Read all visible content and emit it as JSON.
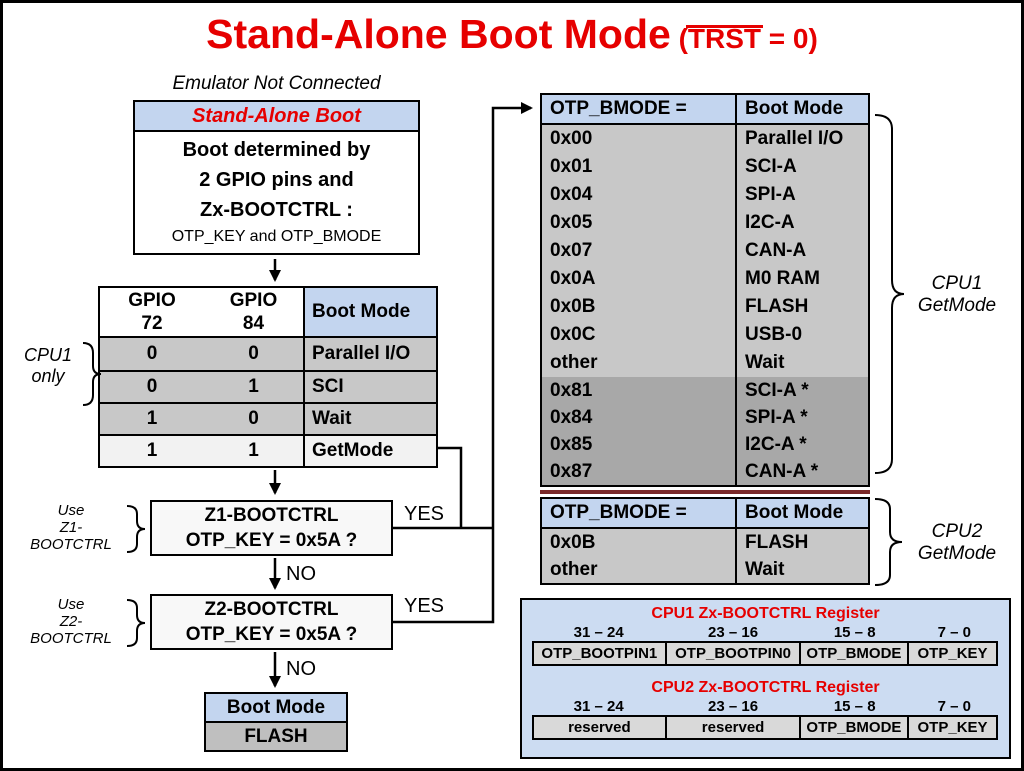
{
  "title": {
    "main": "Stand-Alone Boot Mode",
    "paren_open": " (",
    "trst": "TRST",
    "paren_close": " = 0)"
  },
  "flow": {
    "emulator_note": "Emulator Not Connected",
    "standalone_box": {
      "header": "Stand-Alone Boot",
      "line1": "Boot determined by",
      "line2": "2 GPIO pins and",
      "line3": "Zx-BOOTCTRL :",
      "line4": "OTP_KEY and OTP_BMODE"
    },
    "cpu1_only": {
      "line1": "CPU1",
      "line2": "only"
    },
    "gpio_table": {
      "col1_top": "GPIO",
      "col1_bottom": "72",
      "col2_top": "GPIO",
      "col2_bottom": "84",
      "col3": "Boot Mode",
      "rows": [
        {
          "g72": "0",
          "g84": "0",
          "mode": "Parallel I/O"
        },
        {
          "g72": "0",
          "g84": "1",
          "mode": "SCI"
        },
        {
          "g72": "1",
          "g84": "0",
          "mode": "Wait"
        },
        {
          "g72": "1",
          "g84": "1",
          "mode": "GetMode"
        }
      ]
    },
    "z1": {
      "use_line1": "Use",
      "use_line2": "Z1-",
      "use_line3": "BOOTCTRL",
      "box_line1": "Z1-BOOTCTRL",
      "box_line2": "OTP_KEY = 0x5A ?",
      "yes": "YES",
      "no": "NO"
    },
    "z2": {
      "use_line1": "Use",
      "use_line2": "Z2-",
      "use_line3": "BOOTCTRL",
      "box_line1": "Z2-BOOTCTRL",
      "box_line2": "OTP_KEY = 0x5A ?",
      "yes": "YES",
      "no": "NO"
    },
    "flash_box": {
      "header": "Boot Mode",
      "value": "FLASH"
    }
  },
  "cpu1_table": {
    "header_left": "OTP_BMODE =",
    "header_right": "Boot Mode",
    "rows": [
      {
        "code": "0x00",
        "mode": "Parallel I/O"
      },
      {
        "code": "0x01",
        "mode": "SCI-A"
      },
      {
        "code": "0x04",
        "mode": "SPI-A"
      },
      {
        "code": "0x05",
        "mode": "I2C-A"
      },
      {
        "code": "0x07",
        "mode": "CAN-A"
      },
      {
        "code": "0x0A",
        "mode": "M0 RAM"
      },
      {
        "code": "0x0B",
        "mode": "FLASH"
      },
      {
        "code": "0x0C",
        "mode": "USB-0"
      },
      {
        "code": "other",
        "mode": "Wait"
      }
    ],
    "alt_rows": [
      {
        "code": "0x81",
        "mode": "SCI-A *"
      },
      {
        "code": "0x84",
        "mode": "SPI-A *"
      },
      {
        "code": "0x85",
        "mode": "I2C-A *"
      },
      {
        "code": "0x87",
        "mode": "CAN-A *"
      }
    ],
    "brace_label_line1": "CPU1",
    "brace_label_line2": "GetMode"
  },
  "cpu2_table": {
    "header_left": "OTP_BMODE =",
    "header_right": "Boot Mode",
    "rows": [
      {
        "code": "0x0B",
        "mode": "FLASH"
      },
      {
        "code": "other",
        "mode": "Wait"
      }
    ],
    "brace_label_line1": "CPU2",
    "brace_label_line2": "GetMode"
  },
  "registers": {
    "cpu1": {
      "title": "CPU1 Zx-BOOTCTRL Register",
      "bits": [
        "31 – 24",
        "23 – 16",
        "15 – 8",
        "7 – 0"
      ],
      "fields": [
        "OTP_BOOTPIN1",
        "OTP_BOOTPIN0",
        "OTP_BMODE",
        "OTP_KEY"
      ]
    },
    "cpu2": {
      "title": "CPU2 Zx-BOOTCTRL Register",
      "bits": [
        "31 – 24",
        "23 – 16",
        "15 – 8",
        "7 – 0"
      ],
      "fields": [
        "reserved",
        "reserved",
        "OTP_BMODE",
        "OTP_KEY"
      ]
    }
  },
  "colors": {
    "accent_red": "#e60000",
    "header_blue": "#c3d5ef",
    "panel_blue": "#ccdcf2",
    "row_gray": "#c8c8c8",
    "row_dark_gray": "#a8a8a8",
    "row_light": "#f2f2f2",
    "cell_gray": "#d9d9d9",
    "maroon": "#7b2a2a"
  }
}
